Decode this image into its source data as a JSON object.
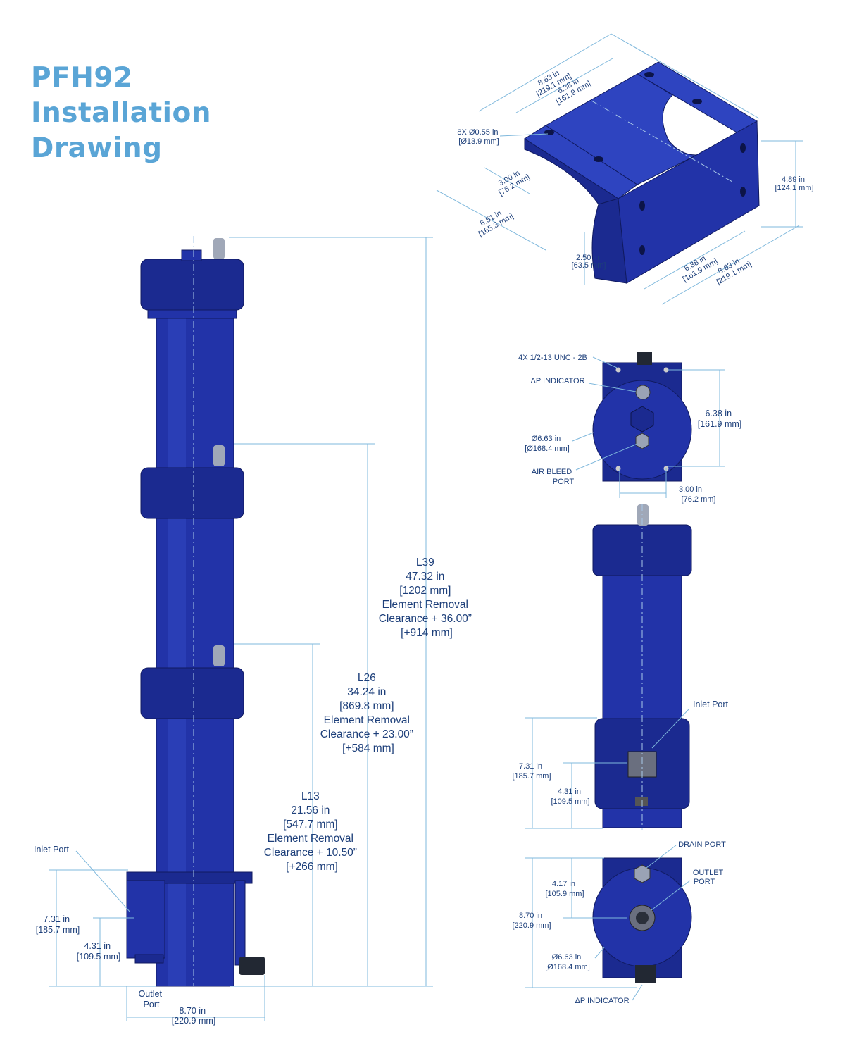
{
  "title": {
    "line1": "PFH92",
    "line2": "Installation",
    "line3": "Drawing"
  },
  "colors": {
    "title": "#5aa5d6",
    "housing": "#2233a8",
    "dimension_text": "#1d3f7a",
    "dimension_line": "#7fb8dc"
  },
  "bracket": {
    "d_top_outer": [
      "8.63 in",
      "[219.1 mm]"
    ],
    "d_top_inner": [
      "6.38 in",
      "[161.9 mm]"
    ],
    "d_holes": [
      "8X Ø0.55 in",
      "[Ø13.9 mm]"
    ],
    "d_hole_spacing": [
      "3.00 in",
      "[76.2 mm]"
    ],
    "d_depth": [
      "6.51 in",
      "[165.3 mm]"
    ],
    "d_height": [
      "4.89 in",
      "[124.1 mm]"
    ],
    "d_side": [
      "2.50 in",
      "[63.5 mm]"
    ],
    "d_bottom_inner": [
      "6.38 in",
      "[161.9 mm]"
    ],
    "d_bottom_outer": [
      "8.63 in",
      "[219.1 mm]"
    ]
  },
  "side_view": {
    "l39": [
      "L39",
      "47.32 in",
      "[1202 mm]",
      "Element Removal",
      "Clearance + 36.00”",
      "[+914 mm]"
    ],
    "l26": [
      "L26",
      "34.24 in",
      "[869.8 mm]",
      "Element Removal",
      "Clearance + 23.00”",
      "[+584 mm]"
    ],
    "l13": [
      "L13",
      "21.56 in",
      "[547.7 mm]",
      "Element Removal",
      "Clearance + 10.50”",
      "[+266 mm]"
    ],
    "inlet_port": "Inlet Port",
    "d_inlet_height": [
      "7.31 in",
      "[185.7 mm]"
    ],
    "d_inlet_center": [
      "4.31 in",
      "[109.5 mm]"
    ],
    "outlet_port": [
      "Outlet",
      "Port"
    ],
    "d_width": [
      "8.70 in",
      "[220.9 mm]"
    ]
  },
  "top_view": {
    "threads": "4X 1/2-13 UNC - 2B",
    "dp_indicator": "ΔP INDICATOR",
    "d_diameter": [
      "Ø6.63 in",
      "[Ø168.4 mm]"
    ],
    "air_bleed": [
      "AIR BLEED",
      "PORT"
    ],
    "d_right": [
      "6.38 in",
      "[161.9 mm]"
    ],
    "d_bottom": [
      "3.00 in",
      "[76.2 mm]"
    ]
  },
  "front_view": {
    "inlet_port": "Inlet Port",
    "d_height": [
      "7.31 in",
      "[185.7 mm]"
    ],
    "d_center": [
      "4.31 in",
      "[109.5 mm]"
    ]
  },
  "bottom_view": {
    "drain_port": "DRAIN PORT",
    "outlet_port": [
      "OUTLET",
      "PORT"
    ],
    "d_inner": [
      "4.17 in",
      "[105.9 mm]"
    ],
    "d_outer": [
      "8.70 in",
      "[220.9 mm]"
    ],
    "d_diameter": [
      "Ø6.63 in",
      "[Ø168.4 mm]"
    ],
    "dp_indicator": "ΔP INDICATOR"
  }
}
